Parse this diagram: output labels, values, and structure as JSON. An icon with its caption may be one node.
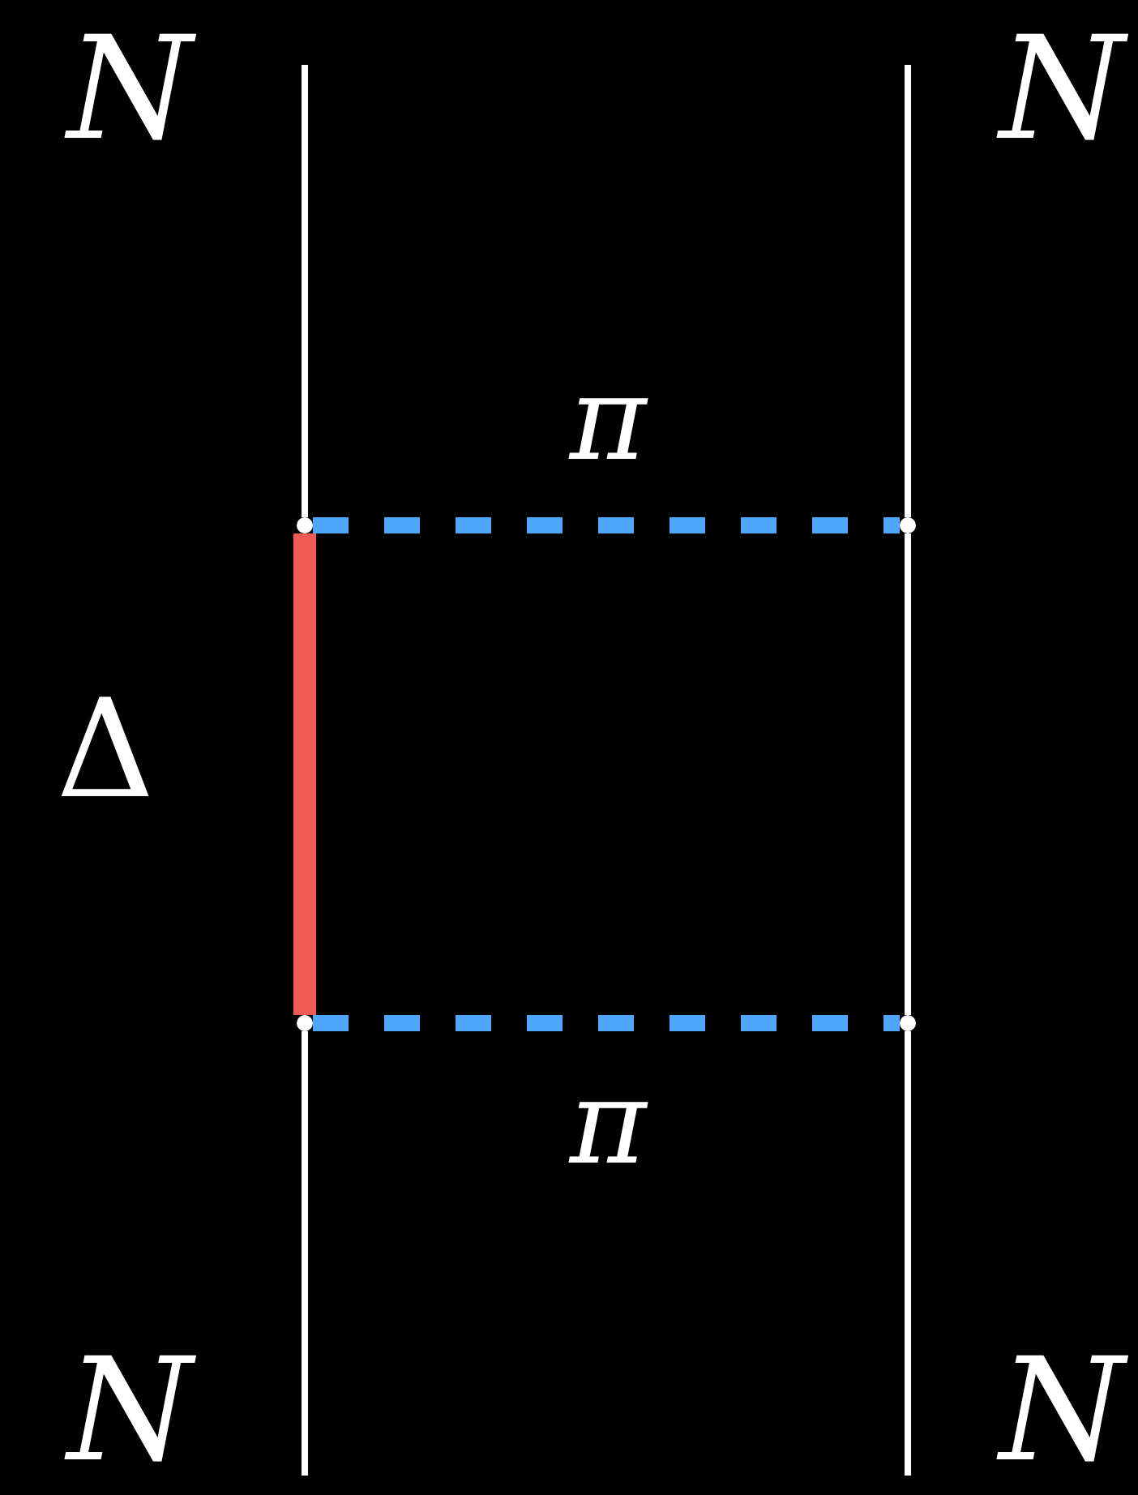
{
  "diagram": {
    "nodes": [
      {
        "text": [],
        "shape": "point"
      },
      {
        "text": [],
        "shape": "point"
      },
      {
        "text": [],
        "shape": "point"
      },
      {
        "text": [],
        "shape": "point"
      }
    ],
    "edges": [
      {
        "from": null,
        "to": 0,
        "arrow": "none"
      },
      {
        "from": null,
        "to": 1,
        "arrow": "none"
      },
      {
        "from": 0,
        "to": 1,
        "arrow": "none",
        "label": "π",
        "style": "dashed",
        "color": "#4da6ff"
      },
      {
        "from": 0,
        "to": 2,
        "arrow": "none",
        "label": "Δ",
        "style": "thick",
        "color": "#ee5a55"
      },
      {
        "from": 1,
        "to": 3,
        "arrow": "none"
      },
      {
        "from": 2,
        "to": 3,
        "arrow": "none",
        "label": "π",
        "style": "dashed",
        "color": "#4da6ff"
      },
      {
        "from": 2,
        "to": null,
        "arrow": "none"
      },
      {
        "from": 3,
        "to": null,
        "arrow": "none"
      }
    ],
    "labels": [
      "N",
      "N",
      "N",
      "N"
    ]
  }
}
